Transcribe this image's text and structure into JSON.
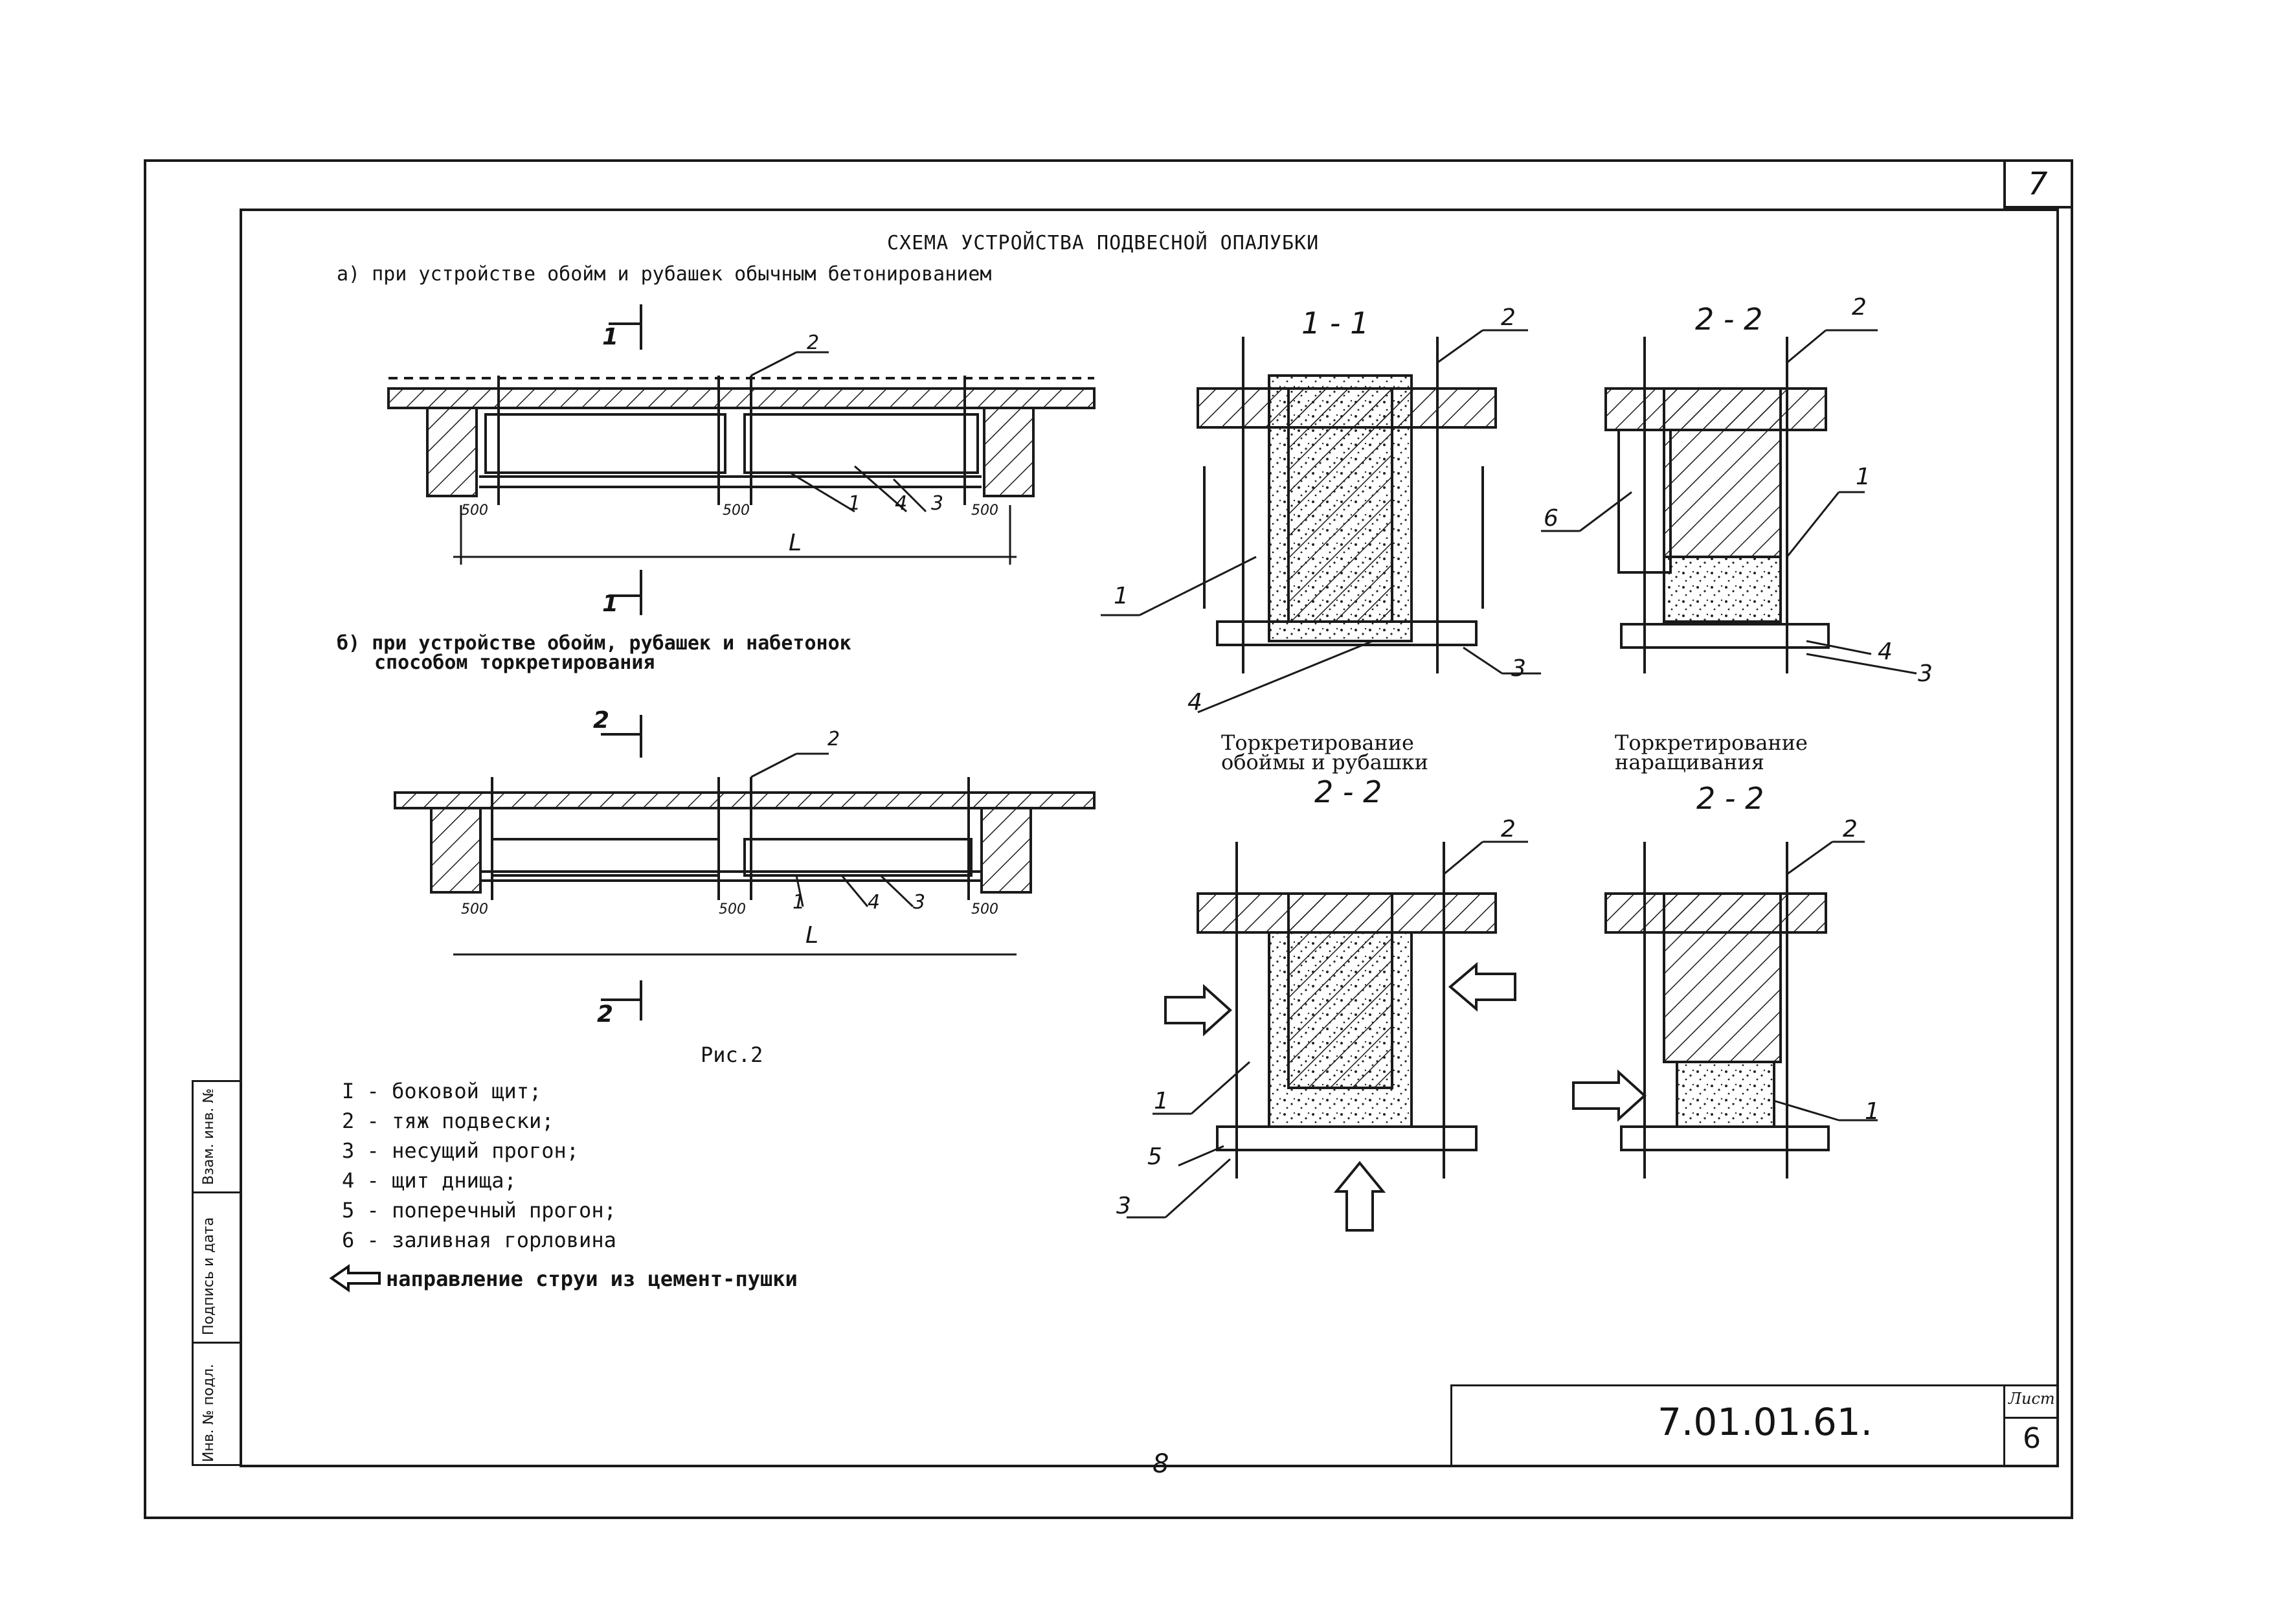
{
  "sheet": {
    "page_number_top": "7",
    "page_number_bottom": "8",
    "doc_code": "7.01.01.61.",
    "list_label": "Лист",
    "list_number": "6",
    "side_fields": [
      "Взам. инв. №",
      "Подпись и дата",
      "Инв. № подл."
    ]
  },
  "drawing": {
    "title": "СХЕМА УСТРОЙСТВА ПОДВЕСНОЙ ОПАЛУБКИ",
    "subtitle_a": "а) при устройстве обойм и рубашек обычным бетонированием",
    "subtitle_b_line1": "б) при устройстве обойм, рубашек и набетонок",
    "subtitle_b_line2": "способом торкретирования",
    "figure_caption": "Рис.2",
    "dim_500": "500",
    "dim_L": "L",
    "cut_1": "1",
    "cut_2": "2",
    "section_1_1": "1 - 1",
    "section_2_2": "2 - 2",
    "caption_torkret_1_line1": "Торкретирование",
    "caption_torkret_1_line2": "обоймы и рубашки",
    "caption_torkret_2_line1": "Торкретирование",
    "caption_torkret_2_line2": "наращивания",
    "leader_labels": [
      "1",
      "2",
      "3",
      "4",
      "5",
      "6"
    ]
  },
  "legend": {
    "items": [
      "I - боковой щит;",
      "2 - тяж подвески;",
      "3 - несущий прогон;",
      "4 - щит днища;",
      "5 - поперечный прогон;",
      "6 - заливная горловина"
    ],
    "arrow_note": "направление струи из цемент-пушки"
  }
}
